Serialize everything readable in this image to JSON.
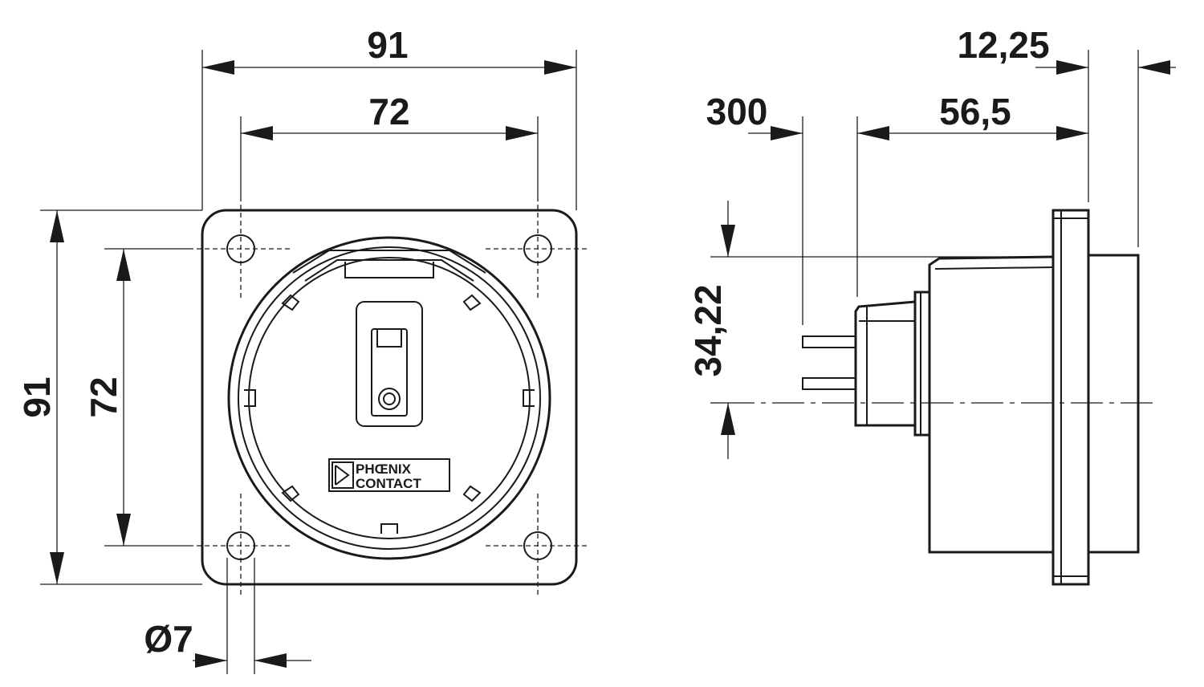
{
  "front_view": {
    "width_outer": "91",
    "width_holes": "72",
    "height_outer": "91",
    "height_holes": "72",
    "hole_diameter": "Ø7",
    "logo": {
      "line1": "PHŒNIX",
      "line2": "CONTACT"
    }
  },
  "side_view": {
    "flange_to_back": "12,25",
    "pin_length": "300",
    "body_depth": "56,5",
    "axis_offset": "34,22"
  }
}
